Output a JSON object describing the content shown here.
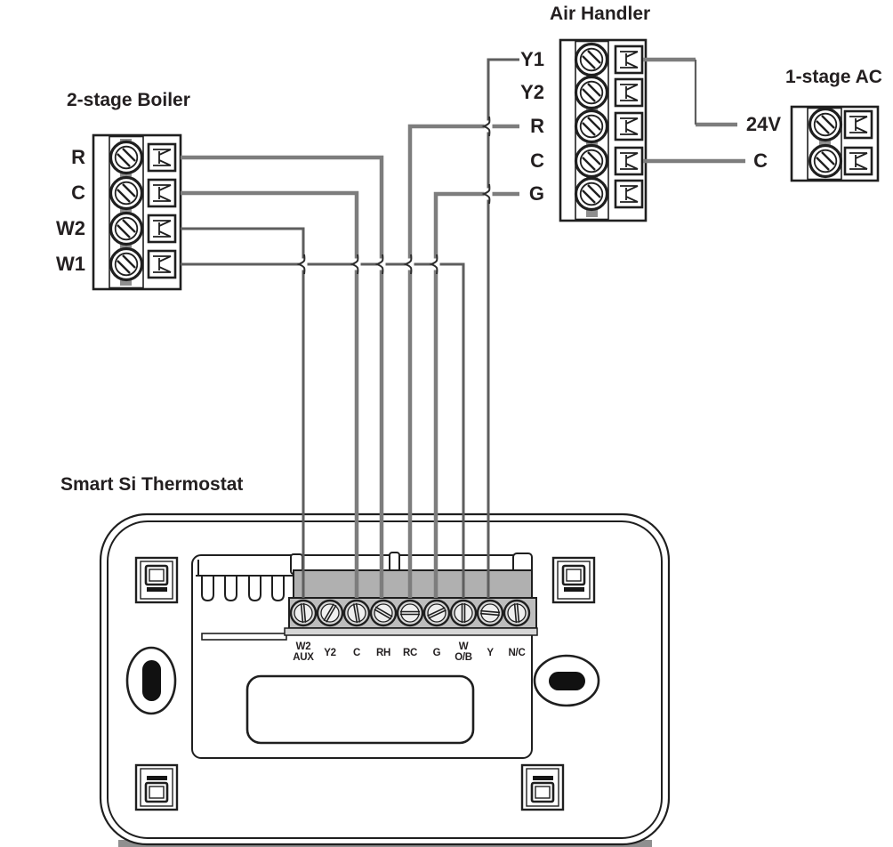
{
  "boiler": {
    "title": "2-stage Boiler",
    "terminals": [
      "R",
      "C",
      "W2",
      "W1"
    ]
  },
  "air_handler": {
    "title": "Air Handler",
    "terminals": [
      "Y1",
      "Y2",
      "R",
      "C",
      "G"
    ]
  },
  "ac": {
    "title": "1-stage AC",
    "terminals": [
      "24V",
      "C"
    ]
  },
  "thermostat": {
    "title": "Smart Si Thermostat",
    "labels": [
      [
        "W2",
        "AUX"
      ],
      [
        "Y2"
      ],
      [
        "C"
      ],
      [
        "RH"
      ],
      [
        "RC"
      ],
      [
        "G"
      ],
      [
        "W",
        "O/B"
      ],
      [
        "Y"
      ],
      [
        "N/C"
      ]
    ]
  },
  "connections": [
    {
      "from": "Boiler R",
      "to": "Thermostat RH"
    },
    {
      "from": "Boiler C",
      "to": "Thermostat C"
    },
    {
      "from": "Boiler W2",
      "to": "Thermostat W2/AUX"
    },
    {
      "from": "Boiler W1",
      "to": "Thermostat W/O-B"
    },
    {
      "from": "Air Handler R",
      "to": "Thermostat RC"
    },
    {
      "from": "Air Handler G",
      "to": "Thermostat G"
    },
    {
      "from": "Air Handler Y1",
      "to": "Thermostat Y"
    },
    {
      "from": "Air Handler Y1",
      "to": "AC 24V"
    },
    {
      "from": "Air Handler C",
      "to": "AC C"
    }
  ],
  "colors": {
    "wire_gray": "#7d7d7d",
    "wire_dark": "#5e5e5e",
    "outline": "#1f1f1f",
    "strip_band": "#b0b0b0",
    "strip_screw_band": "#bdbdbd",
    "strip_flange": "#d6d6d6",
    "screw_column_gray": "#8f8f8f"
  }
}
